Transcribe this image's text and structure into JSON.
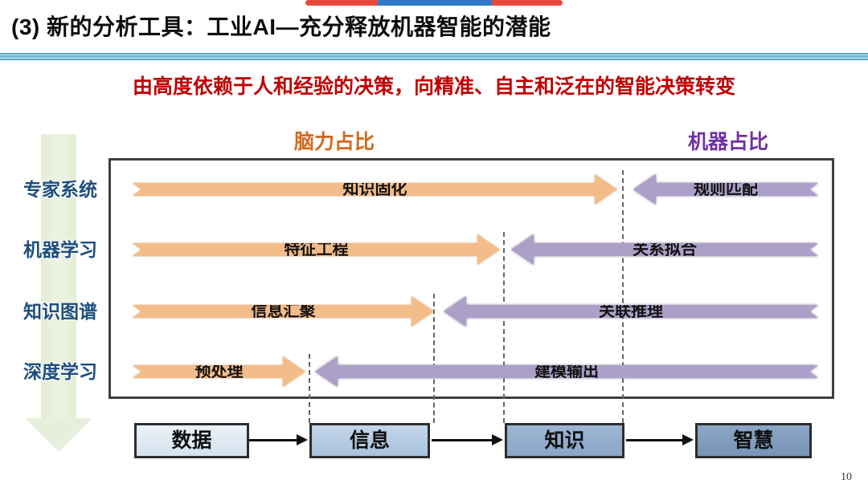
{
  "slide": {
    "title": "(3) 新的分析工具：工业AI—充分释放机器智能的潜能",
    "subtitle": "由高度依赖于人和经验的决策，向精准、自主和泛在的智能决策转变",
    "page_number": "10"
  },
  "diagram": {
    "human_share_header": "脑力占比",
    "machine_share_header": "机器占比",
    "rows": [
      {
        "category": "专家系统",
        "human_task": "知识固化",
        "machine_task": "规则匹配"
      },
      {
        "category": "机器学习",
        "human_task": "特征工程",
        "machine_task": "关系拟合"
      },
      {
        "category": "知识图谱",
        "human_task": "信息汇聚",
        "machine_task": "关联推理"
      },
      {
        "category": "深度学习",
        "human_task": "预处理",
        "machine_task": "建模输出"
      }
    ],
    "flow_boxes": [
      "数据",
      "信息",
      "知识",
      "智慧"
    ]
  },
  "colors": {
    "title_text": "#0d0d0d",
    "subtitle_text": "#c00000",
    "human_header_text": "#d2691e",
    "machine_header_text": "#7030a0",
    "category_text": "#1d4e7e",
    "human_arrow_fill": "#f3bc89",
    "machine_arrow_fill": "#aca0c8",
    "separator_teal": "#3e9dbd",
    "accent_red": "#e6493a",
    "accent_blue": "#2e79c9",
    "green_arrow_fill": "#e9efdc",
    "flow_box_fills": [
      "#dce6f1",
      "#b0c7e1",
      "#93aecd",
      "#7f9bbc"
    ]
  }
}
